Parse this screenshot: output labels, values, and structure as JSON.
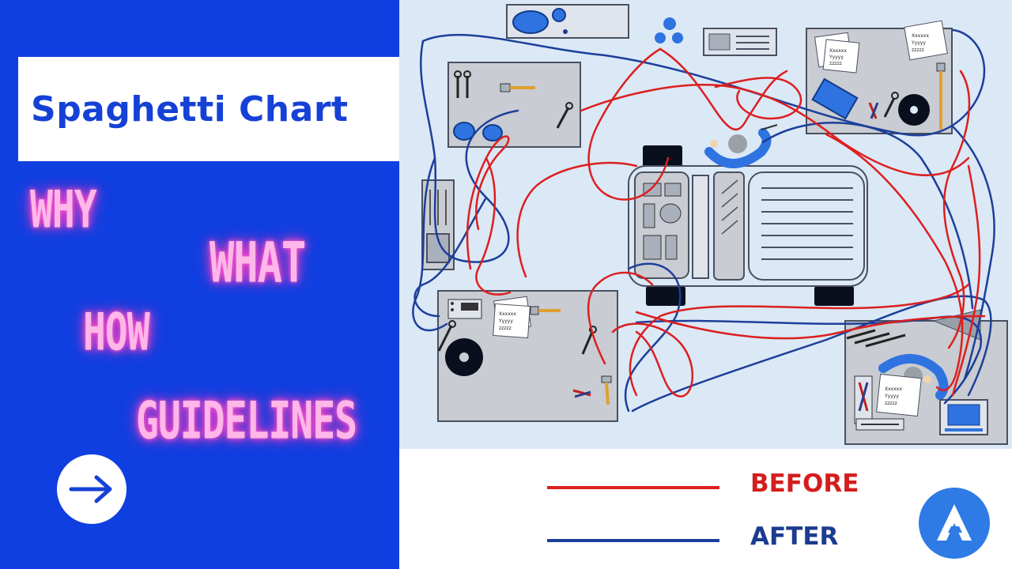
{
  "title": "Spaghetti Chart",
  "topics": [
    "WHY",
    "WHAT",
    "HOW",
    "GUIDELINES"
  ],
  "legend": {
    "before_label": "BEFORE",
    "after_label": "AFTER",
    "before_color": "#dc1f1f",
    "after_color": "#1c3f9a"
  },
  "doc_text": {
    "line1": "Xxxxxx",
    "line2": "Yyyyy",
    "line3": "zzzzz"
  },
  "icons": [
    "arrow-right-icon",
    "logo-icon"
  ],
  "colors": {
    "left_panel": "#0f3fe0",
    "title": "#1541d6",
    "neon": "#ff5fd1",
    "diagram_bg": "#dbe8f6"
  }
}
